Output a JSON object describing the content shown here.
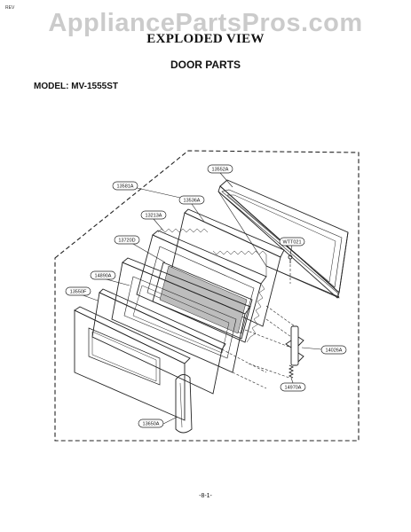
{
  "header": {
    "rev": "REV",
    "watermark": "AppliancePartsPros.com",
    "title": "EXPLODED VIEW",
    "subtitle": "DOOR PARTS",
    "model": "MODEL: MV-1555ST"
  },
  "parts": [
    {
      "id": "13581A"
    },
    {
      "id": "13552A"
    },
    {
      "id": "13536A"
    },
    {
      "id": "13213A"
    },
    {
      "id": "13720D"
    },
    {
      "id": "WTT021"
    },
    {
      "id": "14890A"
    },
    {
      "id": "13550F"
    },
    {
      "id": "14026A"
    },
    {
      "id": "14970A"
    },
    {
      "id": "13650A"
    }
  ],
  "footer": {
    "page": "-8-1-"
  }
}
